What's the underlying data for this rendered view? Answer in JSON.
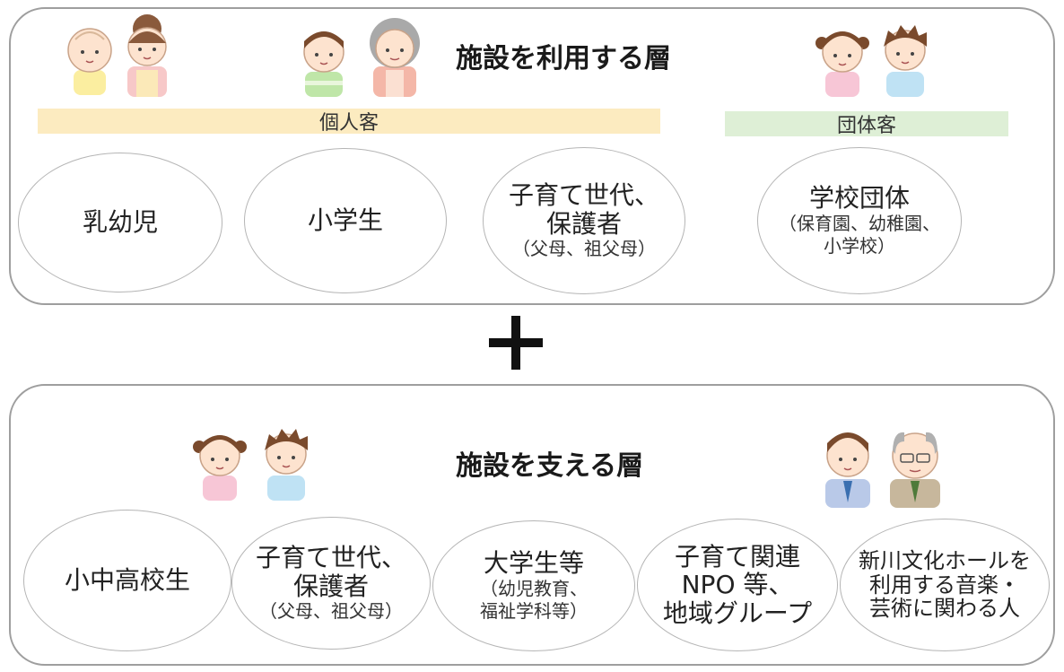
{
  "top": {
    "title": "施設を利用する層",
    "bands": {
      "individual": "個人客",
      "group": "団体客"
    },
    "circles": [
      {
        "lines": [
          "乳幼児"
        ],
        "sub": []
      },
      {
        "lines": [
          "小学生"
        ],
        "sub": []
      },
      {
        "lines": [
          "子育て世代、",
          "保護者"
        ],
        "sub": [
          "（父母、祖父母）"
        ]
      },
      {
        "lines": [
          "学校団体"
        ],
        "sub": [
          "（保育園、幼稚園、",
          "小学校）"
        ]
      }
    ]
  },
  "bottom": {
    "title": "施設を支える層",
    "circles": [
      {
        "lines": [
          "小中高校生"
        ],
        "sub": []
      },
      {
        "lines": [
          "子育て世代、",
          "保護者"
        ],
        "sub": [
          "（父母、祖父母）"
        ]
      },
      {
        "lines": [
          "大学生等"
        ],
        "sub": [
          "（幼児教育、",
          "福祉学科等）"
        ]
      },
      {
        "lines": [
          "子育て関連",
          "NPO 等、",
          "地域グループ"
        ],
        "sub": []
      },
      {
        "lines": [
          "新川文化ホールを",
          "利用する音楽・",
          "芸術に関わる人"
        ],
        "sub": []
      }
    ]
  },
  "colors": {
    "band_individual": "#fcebc0",
    "band_group": "#deefd6",
    "border": "#9e9e9e"
  },
  "icons": [
    "baby-icon",
    "mother-icon",
    "boy-icon",
    "grandmother-icon",
    "girl-icon",
    "boy-icon",
    "man-icon",
    "grandfather-icon"
  ]
}
